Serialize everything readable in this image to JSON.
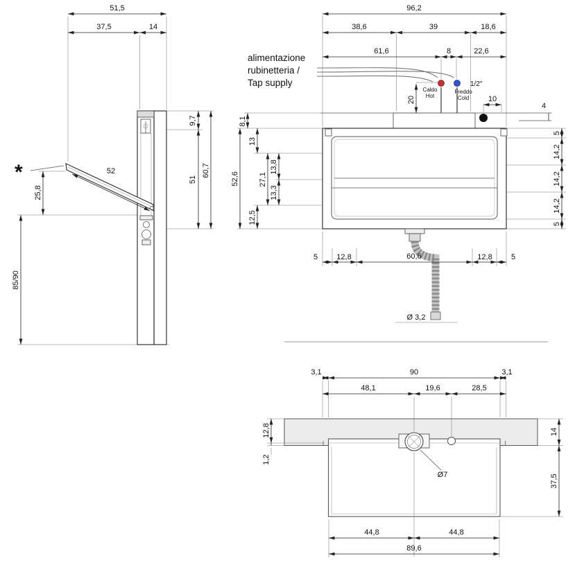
{
  "side": {
    "total_width": "51,5",
    "open_depth": "37,5",
    "wall_depth": "14",
    "lid_length": "52",
    "lid_drop": "25,8",
    "install_height": "85/90",
    "top_offset": "9,7",
    "body_height": "51",
    "overall_height": "60,7",
    "footnote_marker": "*"
  },
  "front": {
    "supply_line1": "alimentazione",
    "supply_line2": "rubinetteria /",
    "supply_line3": "Tap supply",
    "overall_width": "96,2",
    "seg_left": "38,6",
    "seg_mid": "39",
    "seg_right": "18,6",
    "tap_from_left": "61,6",
    "tap_spacing": "8",
    "tap_to_hole": "22,6",
    "hot1": "Caldo",
    "hot2": "Hot",
    "cold1": "Freddo",
    "cold2": "Cold",
    "tap_thread": "1/2\"",
    "tap_height": "20",
    "hole_offset": "10",
    "hole_drop": "4",
    "deck_thickness": "8,1",
    "overall_height": "52,6",
    "h_top": "13",
    "h_mid": "27,1",
    "h_mid_a": "13,8",
    "h_mid_b": "13,3",
    "h_bottom": "12,5",
    "r1": "5",
    "r2": "14,2",
    "r3": "14,2",
    "r4": "14,2",
    "r5": "5",
    "b1": "5",
    "b2": "12,8",
    "b3": "60,6",
    "b4": "12,8",
    "b5": "5",
    "hose_dia": "Ø 3,2",
    "hot_color": "#c23232",
    "cold_color": "#3355cc"
  },
  "plan": {
    "lip_left": "3,1",
    "cutout_width": "90",
    "lip_right": "3,1",
    "drain_offset": "48,1",
    "hole_spacing": "19,6",
    "hole_to_edge": "28,5",
    "recess_depth": "12,8",
    "lip_thickness": "1,2",
    "slab_thickness": "14",
    "bowl_depth": "37,5",
    "hole_dia": "Ø7",
    "half_left": "44,8",
    "half_right": "44,8",
    "bottom_width": "89,6"
  }
}
